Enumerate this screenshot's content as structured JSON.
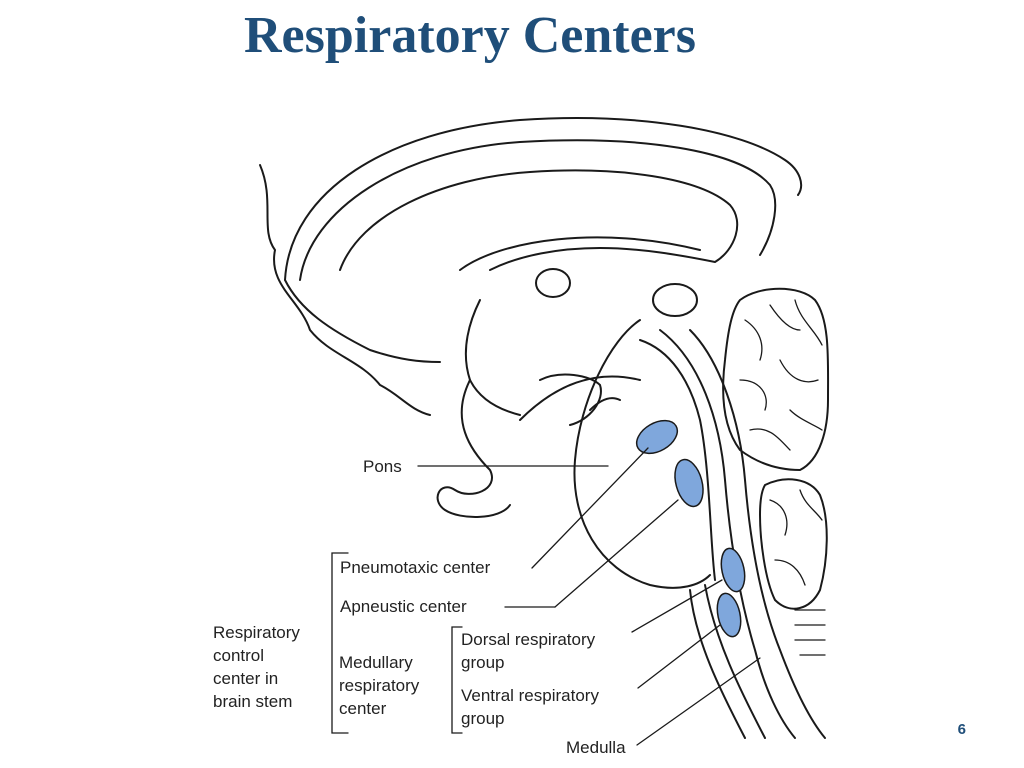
{
  "slide": {
    "title": "Respiratory Centers",
    "page_number": "6"
  },
  "labels": {
    "pons": "Pons",
    "pneumotaxic": "Pneumotaxic center",
    "apneustic": "Apneustic center",
    "control_1": "Respiratory",
    "control_2": "control",
    "control_3": "center in",
    "control_4": "brain stem",
    "medullary_1": "Medullary",
    "medullary_2": "respiratory",
    "medullary_3": "center",
    "dorsal_1": "Dorsal respiratory",
    "dorsal_2": "group",
    "ventral_1": "Ventral respiratory",
    "ventral_2": "group",
    "medulla": "Medulla"
  },
  "colors": {
    "title": "#1f4e79",
    "center_fill": "#7fa7dc"
  }
}
